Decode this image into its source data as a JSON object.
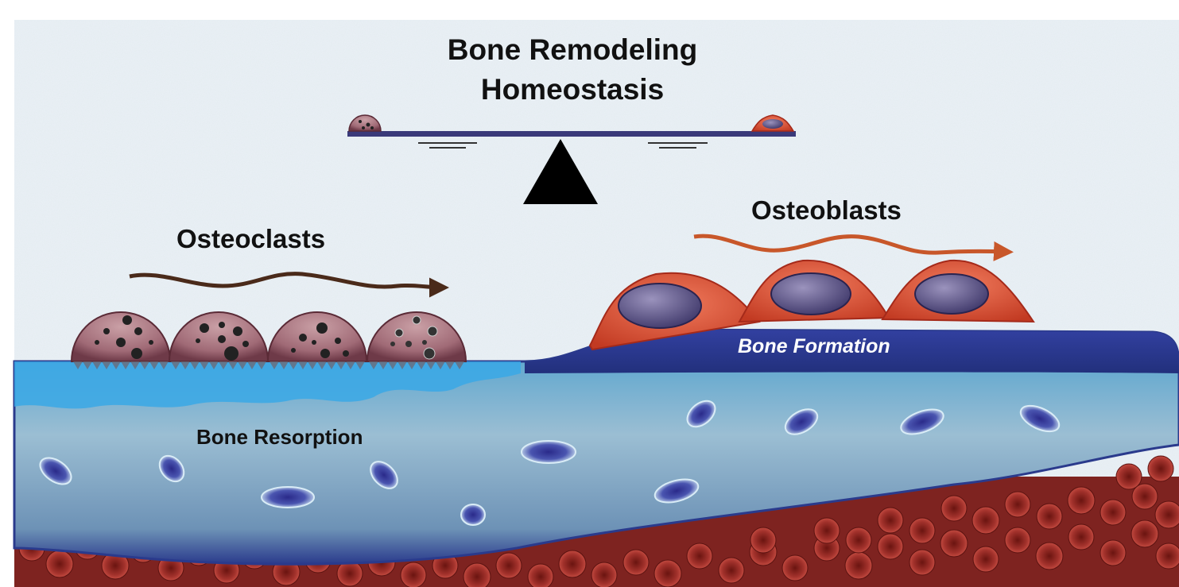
{
  "title": {
    "line1": "Bone Remodeling",
    "line2": "Homeostasis"
  },
  "labels": {
    "osteoclasts": "Osteoclasts",
    "osteoblasts": "Osteoblasts",
    "bone_formation": "Bone Formation",
    "bone_resorption": "Bone Resorption"
  },
  "colors": {
    "background": "#e4ecf2",
    "bone_light": "#8fb6cf",
    "bone_dark": "#2e3a8c",
    "osteoclast": "#8a4a5a",
    "osteoblast": "#d9533a",
    "nucleus": "#5b5481",
    "marrow": "#8e2a26",
    "balance_beam": "#3a3a7a",
    "arrow_osteoclast": "#4a2a1a",
    "arrow_osteoblast": "#c8572a"
  }
}
